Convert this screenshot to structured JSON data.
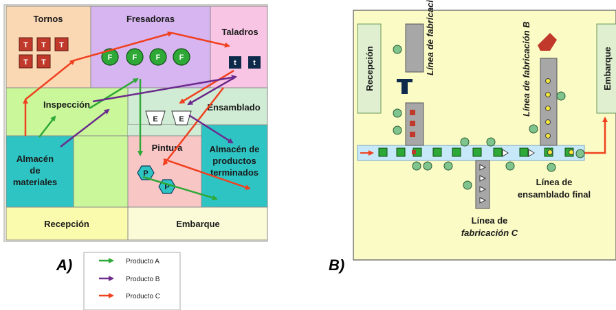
{
  "layout_a": {
    "caption": "A)",
    "areas": {
      "tornos": "Tornos",
      "fresadoras": "Fresadoras",
      "taladros": "Taladros",
      "inspeccion": "Inspección",
      "ensamblado": "Ensamblado",
      "almacen_materiales": [
        "Almacén",
        "de",
        "materiales"
      ],
      "pintura": "Pintura",
      "almacen_productos": [
        "Almacén de",
        "productos",
        "terminados"
      ],
      "recepcion": "Recepción",
      "embarque": "Embarque"
    },
    "machine_letters": {
      "torno": "T",
      "fresadora": "F",
      "taladro": "t",
      "ensamble": "E",
      "pintura": "P"
    },
    "legend": [
      {
        "label": "Producto A",
        "color": "#2ea836"
      },
      {
        "label": "Producto B",
        "color": "#6b2a8c"
      },
      {
        "label": "Producto C",
        "color": "#f0401f"
      }
    ]
  },
  "layout_b": {
    "caption": "B)",
    "recepcion": "Recepción",
    "embarque": "Embarque",
    "linea_a": "Línea de fabricación A",
    "linea_b": "Línea de fabricación B",
    "linea_c": [
      "Línea de",
      "fabricación C"
    ],
    "linea_final": [
      "Línea de",
      "ensamblado final"
    ]
  }
}
